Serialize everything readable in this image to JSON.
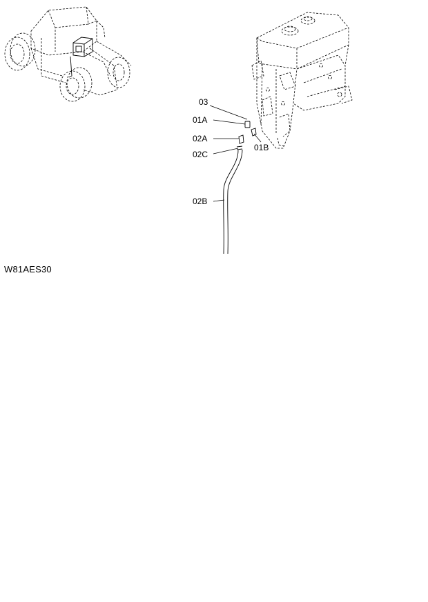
{
  "callouts": {
    "c03": "03",
    "c01A": "01A",
    "c02A": "02A",
    "c02C": "02C",
    "c02B": "02B",
    "c01B": "01B"
  },
  "figure_code": "W81AES30"
}
